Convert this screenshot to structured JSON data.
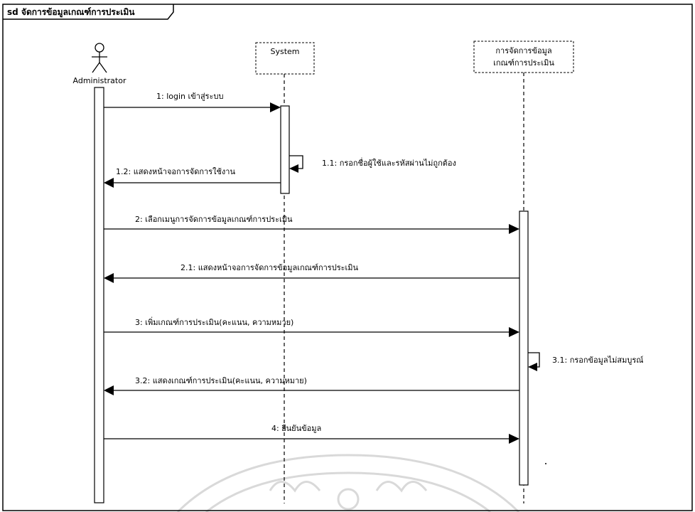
{
  "frame": {
    "title": "sd จัดการข้อมูลเกณฑ์การประเมิน"
  },
  "lifelines": [
    {
      "id": "admin",
      "label": "Administrator",
      "kind": "actor"
    },
    {
      "id": "system",
      "label": "System",
      "kind": "object"
    },
    {
      "id": "manage",
      "label_lines": [
        "การจัดการข้อมูล",
        "เกณฑ์การประเมิน"
      ],
      "kind": "object"
    }
  ],
  "messages": [
    {
      "id": "m1",
      "label": "1: login เข้าสู่ระบบ",
      "from": "admin",
      "to": "system",
      "style": "call"
    },
    {
      "id": "m1_1",
      "label": "1.1: กรอกชื่อผู้ใช้และรหัสผ่านไม่ถูกต้อง",
      "from": "system",
      "to": "system",
      "style": "self"
    },
    {
      "id": "m1_2",
      "label": "1.2: แสดงหน้าจอการจัดการใช้งาน",
      "from": "system",
      "to": "admin",
      "style": "return"
    },
    {
      "id": "m2",
      "label": "2: เลือกเมนูการจัดการข้อมูลเกณฑ์การประเมิน",
      "from": "admin",
      "to": "manage",
      "style": "call"
    },
    {
      "id": "m2_1",
      "label": "2.1: แสดงหน้าจอการจัดการข้อมูลเกณฑ์การประเมิน",
      "from": "manage",
      "to": "admin",
      "style": "return"
    },
    {
      "id": "m3",
      "label": "3: เพิ่มเกณฑ์การประเมิน(คะแนน, ความหมาย)",
      "from": "admin",
      "to": "manage",
      "style": "call"
    },
    {
      "id": "m3_1",
      "label": "3.1: กรอกข้อมูลไม่สมบูรณ์",
      "from": "manage",
      "to": "manage",
      "style": "self"
    },
    {
      "id": "m3_2",
      "label": "3.2: แสดงเกณฑ์การประเมิน(คะแนน, ความหมาย)",
      "from": "manage",
      "to": "admin",
      "style": "return"
    },
    {
      "id": "m4",
      "label": "4: ยืนยันข้อมูล",
      "from": "admin",
      "to": "manage",
      "style": "call"
    }
  ]
}
